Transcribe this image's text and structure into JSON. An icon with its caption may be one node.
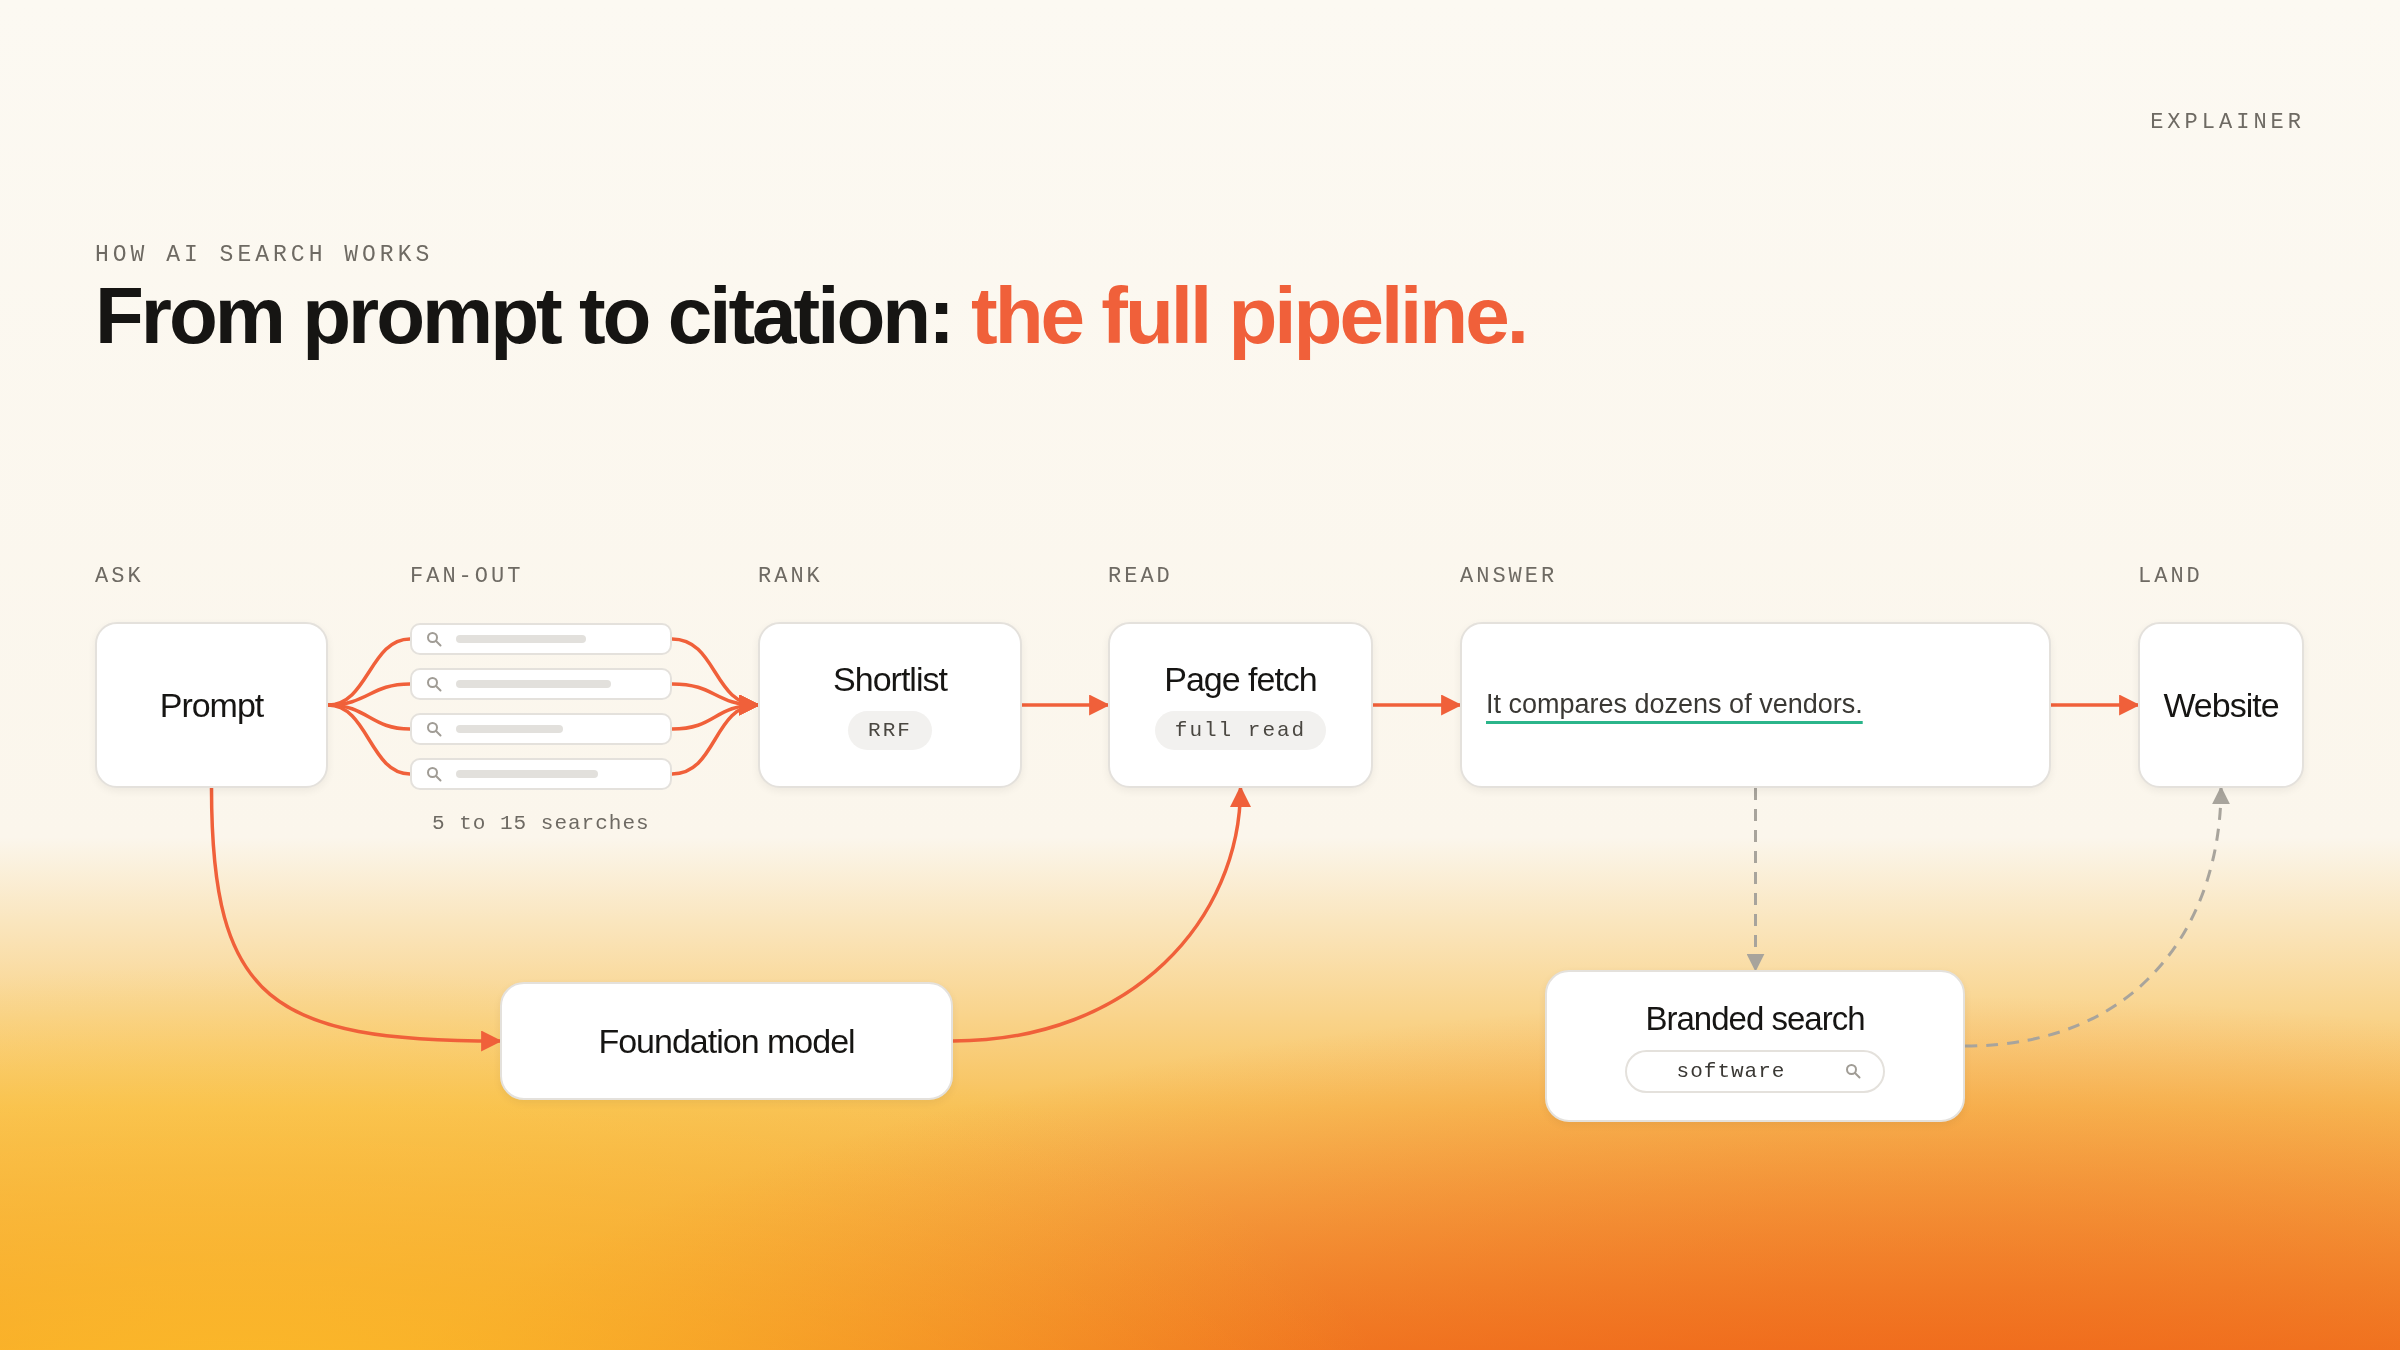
{
  "diagram": {
    "title": "From prompt to citation: **the full pipeline.**",
    "nodes": [
      {
        "text": [
          "Prompt"
        ]
      },
      {
        "text": [],
        "shape": "bar"
      },
      {
        "text": [],
        "shape": "bar"
      },
      {
        "text": [],
        "shape": "bar"
      },
      {
        "text": [],
        "shape": "bar"
      },
      {
        "text": [
          "Shortlist",
          "RRF"
        ]
      },
      {
        "text": [
          "Page fetch",
          "full read"
        ]
      },
      {
        "text": [
          "It compares dozens of vendors."
        ]
      },
      {
        "text": [
          "Website"
        ]
      },
      {
        "text": [
          "Foundation model"
        ]
      },
      {
        "text": [
          "Branded search",
          "software"
        ]
      }
    ],
    "edges": [
      {
        "from": 0,
        "to": 1,
        "arrow": "none"
      },
      {
        "from": 0,
        "to": 2,
        "arrow": "none"
      },
      {
        "from": 0,
        "to": 3,
        "arrow": "none"
      },
      {
        "from": 0,
        "to": 4,
        "arrow": "none"
      },
      {
        "from": 1,
        "to": 5,
        "arrow": "to"
      },
      {
        "from": 2,
        "to": 5,
        "arrow": "to"
      },
      {
        "from": 3,
        "to": 5,
        "arrow": "to"
      },
      {
        "from": 4,
        "to": 5,
        "arrow": "to"
      },
      {
        "from": 5,
        "to": 6,
        "arrow": "to"
      },
      {
        "from": 6,
        "to": 7,
        "arrow": "to"
      },
      {
        "from": 7,
        "to": 8,
        "arrow": "to"
      },
      {
        "from": 0,
        "to": 9,
        "arrow": "to"
      },
      {
        "from": 9,
        "to": 6,
        "arrow": "to"
      },
      {
        "from": 7,
        "to": 10,
        "arrow": "to",
        "style": "dashed",
        "color": "#a8a49c"
      },
      {
        "from": 10,
        "to": 8,
        "arrow": "to",
        "style": "dashed",
        "color": "#a8a49c"
      }
    ],
    "labels": [
      "EXPLAINER",
      "HOW AI SEARCH WORKS",
      "ASK",
      "FAN-OUT",
      "RANK",
      "READ",
      "ANSWER",
      "LAND",
      "5 to 15 searches"
    ]
  }
}
